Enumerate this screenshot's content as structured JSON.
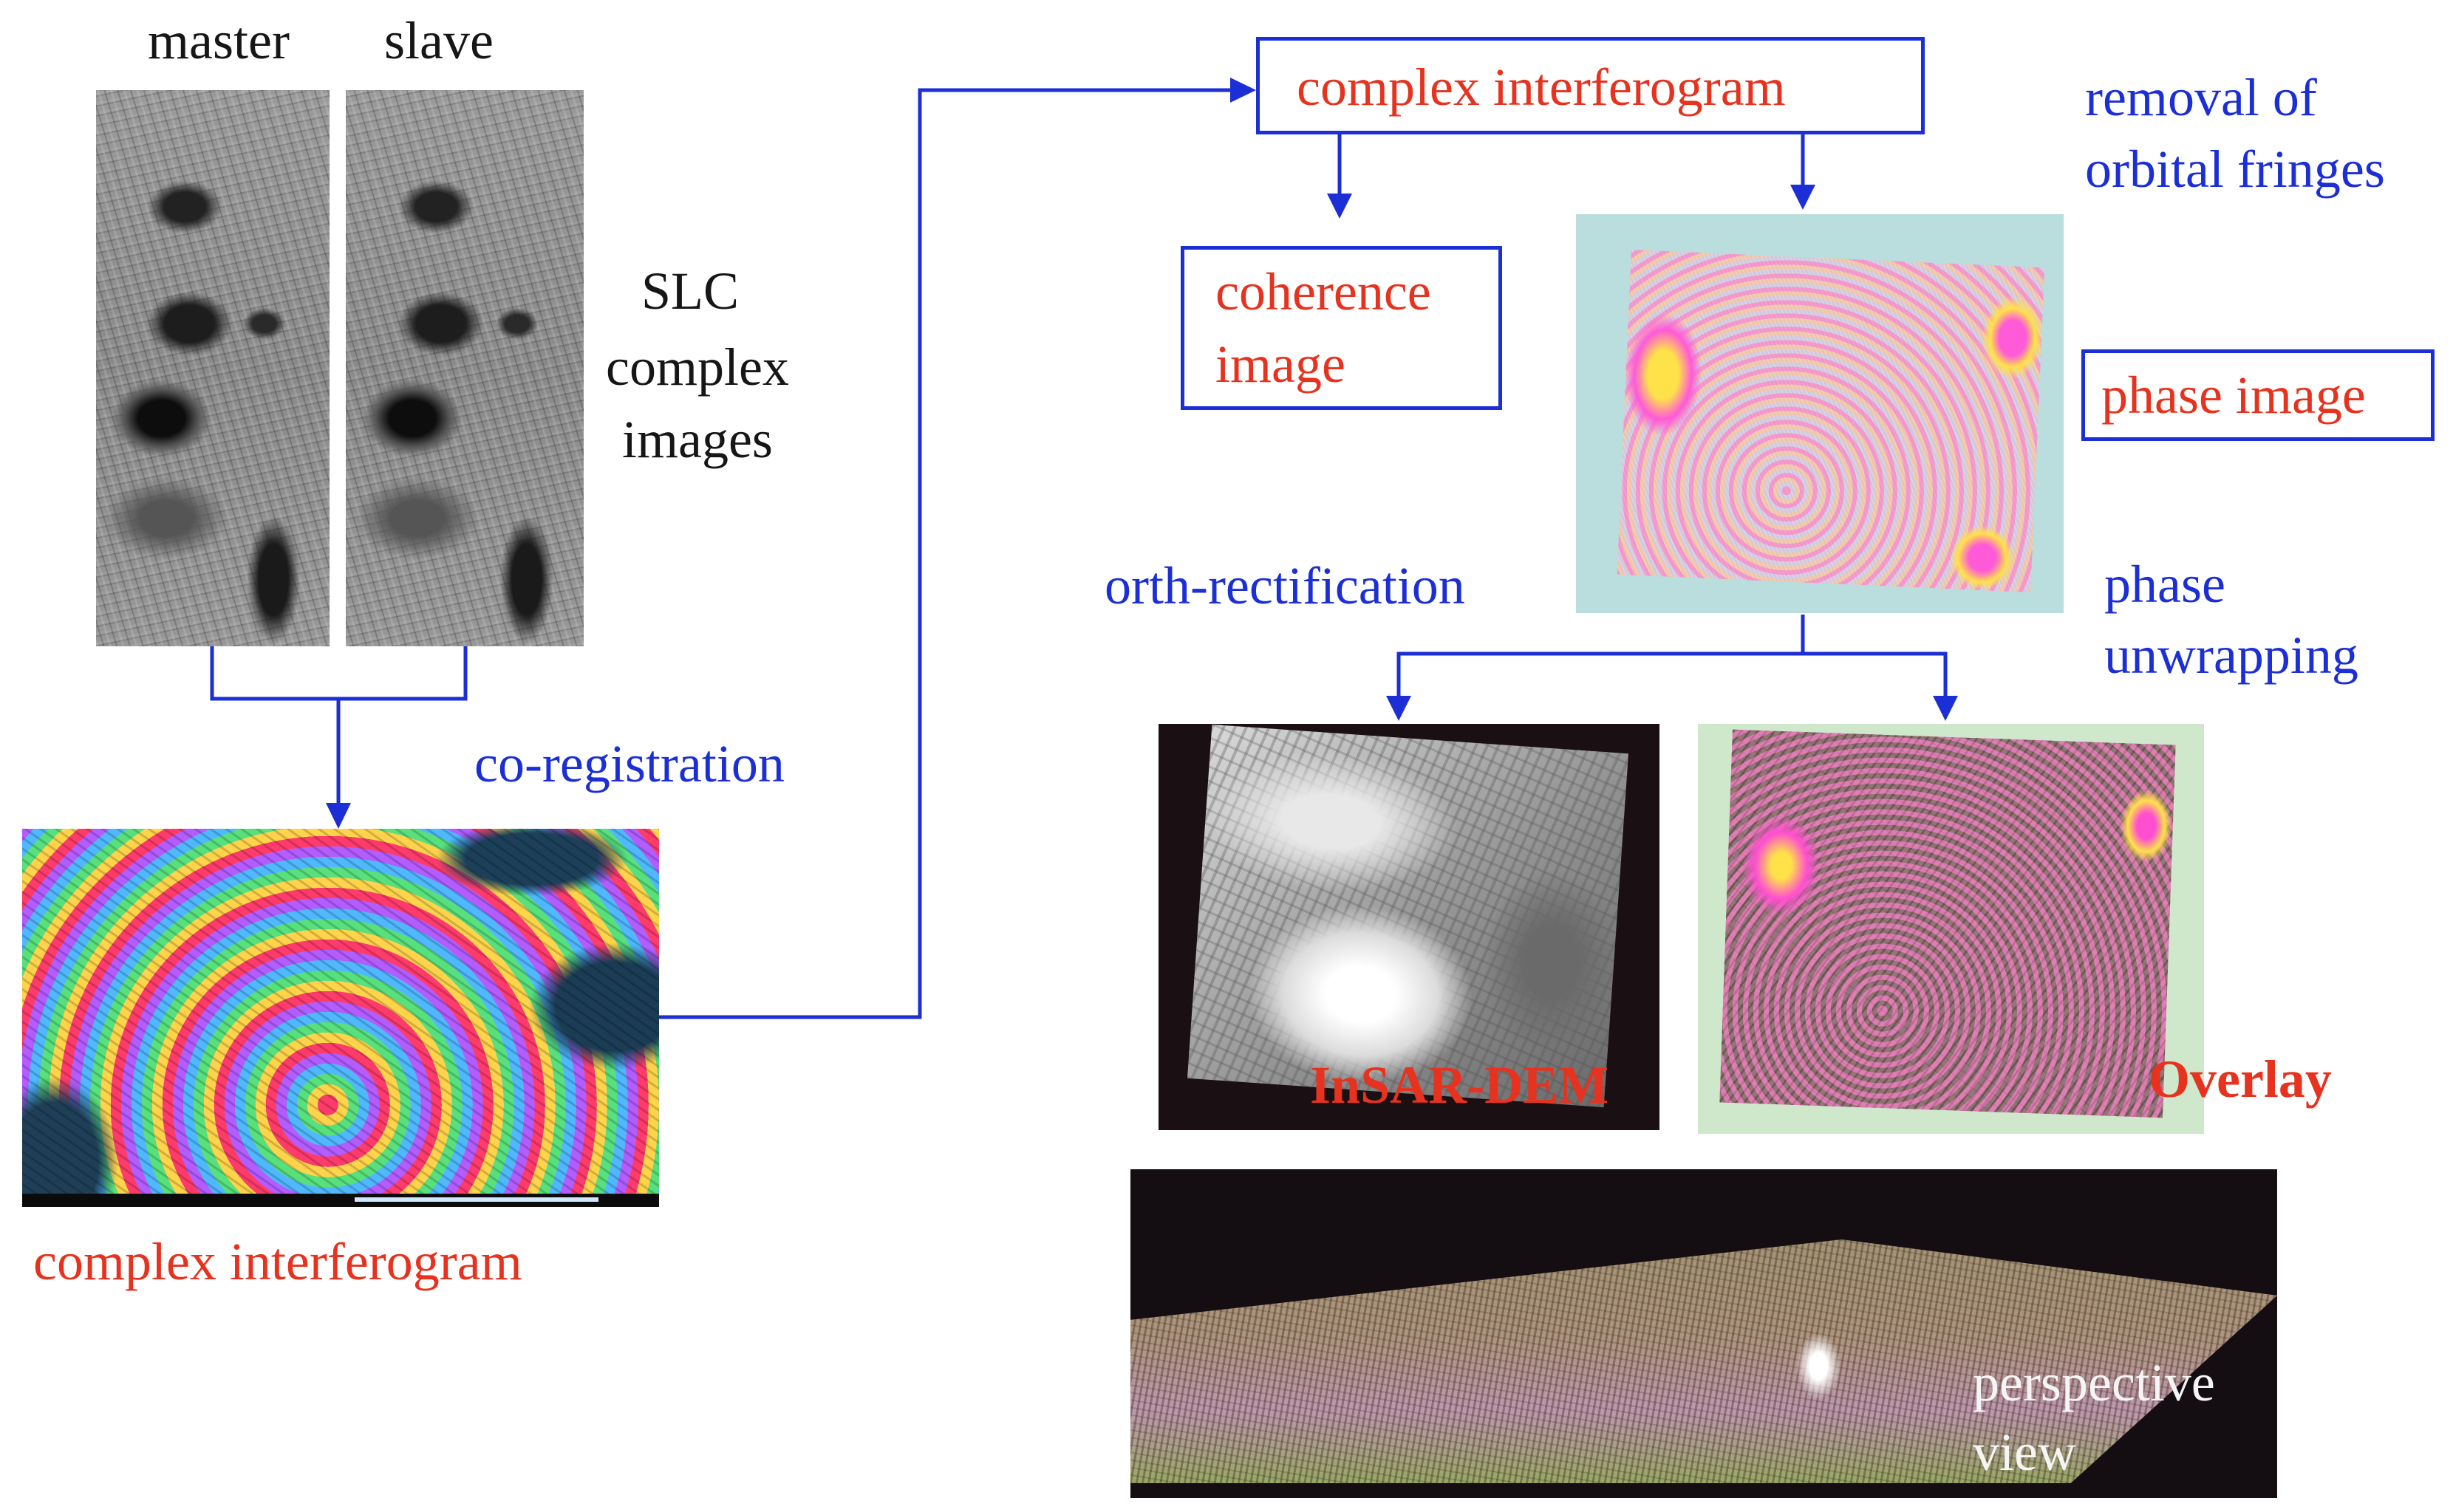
{
  "labels": {
    "master": "master",
    "slave": "slave",
    "slc": [
      "SLC",
      "complex",
      "images"
    ],
    "co_registration": "co-registration",
    "complex_interferogram_left": "complex  interferogram",
    "complex_interferogram_top": "complex  interferogram",
    "removal_of_orbital_fringes": [
      "removal  of",
      "orbital fringes"
    ],
    "coherence_image": [
      "coherence",
      "image"
    ],
    "phase_image": "phase image",
    "orth_rectification": "orth-rectification",
    "phase_unwrapping": [
      "phase",
      "unwrapping"
    ],
    "insar_dem": "InSAR-DEM",
    "overlay": "Overlay",
    "perspective_view": [
      "perspective",
      "view"
    ]
  },
  "colors": {
    "arrow": "#1c2fd6",
    "process_text": "#1c2fd6",
    "product_text": "#e6321e",
    "plain_text": "#161616"
  }
}
